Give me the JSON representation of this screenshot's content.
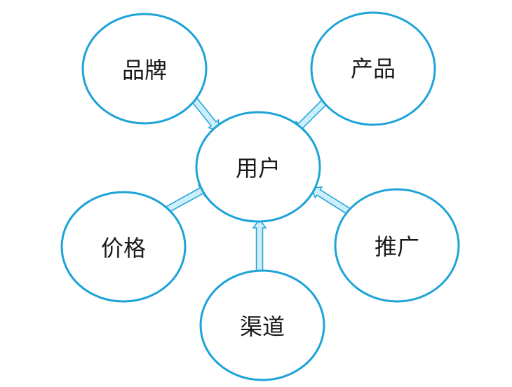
{
  "colors": {
    "circle_stroke": "#1ea3d8",
    "arrow_fill": "#cdeefb",
    "arrow_stroke": "#1ea3d8",
    "text": "#1a1a1a"
  },
  "center": {
    "label": "用户"
  },
  "nodes": [
    {
      "id": "brand",
      "label": "品牌"
    },
    {
      "id": "product",
      "label": "产品"
    },
    {
      "id": "price",
      "label": "价格"
    },
    {
      "id": "promotion",
      "label": "推广"
    },
    {
      "id": "channel",
      "label": "渠道"
    }
  ]
}
